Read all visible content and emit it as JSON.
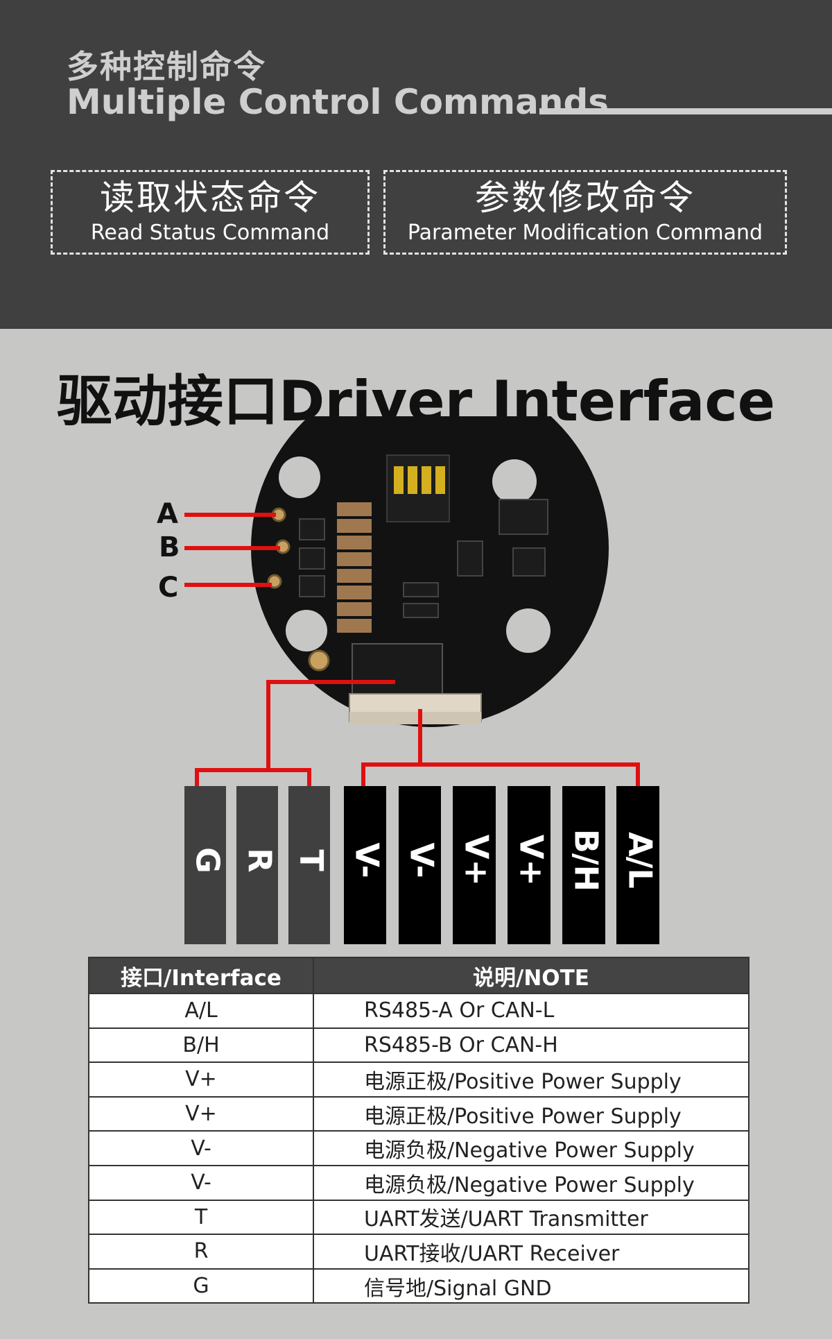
{
  "header": {
    "cn_title": "多种控制命令",
    "en_title": "Multiple Control Commands",
    "commands": [
      {
        "cn": "读取状态命令",
        "en": "Read Status Command"
      },
      {
        "cn": "参数修改命令",
        "en": "Parameter Modification Command"
      }
    ]
  },
  "section": {
    "title": "驱动接口Driver Interface"
  },
  "diagram": {
    "phase_pins": [
      "A",
      "B",
      "C"
    ],
    "connector_pins": [
      "G",
      "R",
      "T",
      "V-",
      "V-",
      "V+",
      "V+",
      "B/H",
      "A/L"
    ],
    "colors": {
      "wire": "#e01010",
      "uart_block": "#404040",
      "power_block": "#000000",
      "board": "#121212"
    }
  },
  "table": {
    "headers": [
      "接口/Interface",
      "说明/NOTE"
    ],
    "rows": [
      {
        "interface": "A/L",
        "note": "RS485-A Or CAN-L"
      },
      {
        "interface": "B/H",
        "note": "RS485-B Or CAN-H"
      },
      {
        "interface": "V+",
        "note": "电源正极/Positive Power Supply"
      },
      {
        "interface": "V+",
        "note": "电源正极/Positive Power Supply"
      },
      {
        "interface": "V-",
        "note": "电源负极/Negative Power Supply"
      },
      {
        "interface": "V-",
        "note": "电源负极/Negative Power Supply"
      },
      {
        "interface": "T",
        "note": "UART发送/UART Transmitter"
      },
      {
        "interface": "R",
        "note": "UART接收/UART Receiver"
      },
      {
        "interface": "G",
        "note": "信号地/Signal GND"
      }
    ]
  }
}
